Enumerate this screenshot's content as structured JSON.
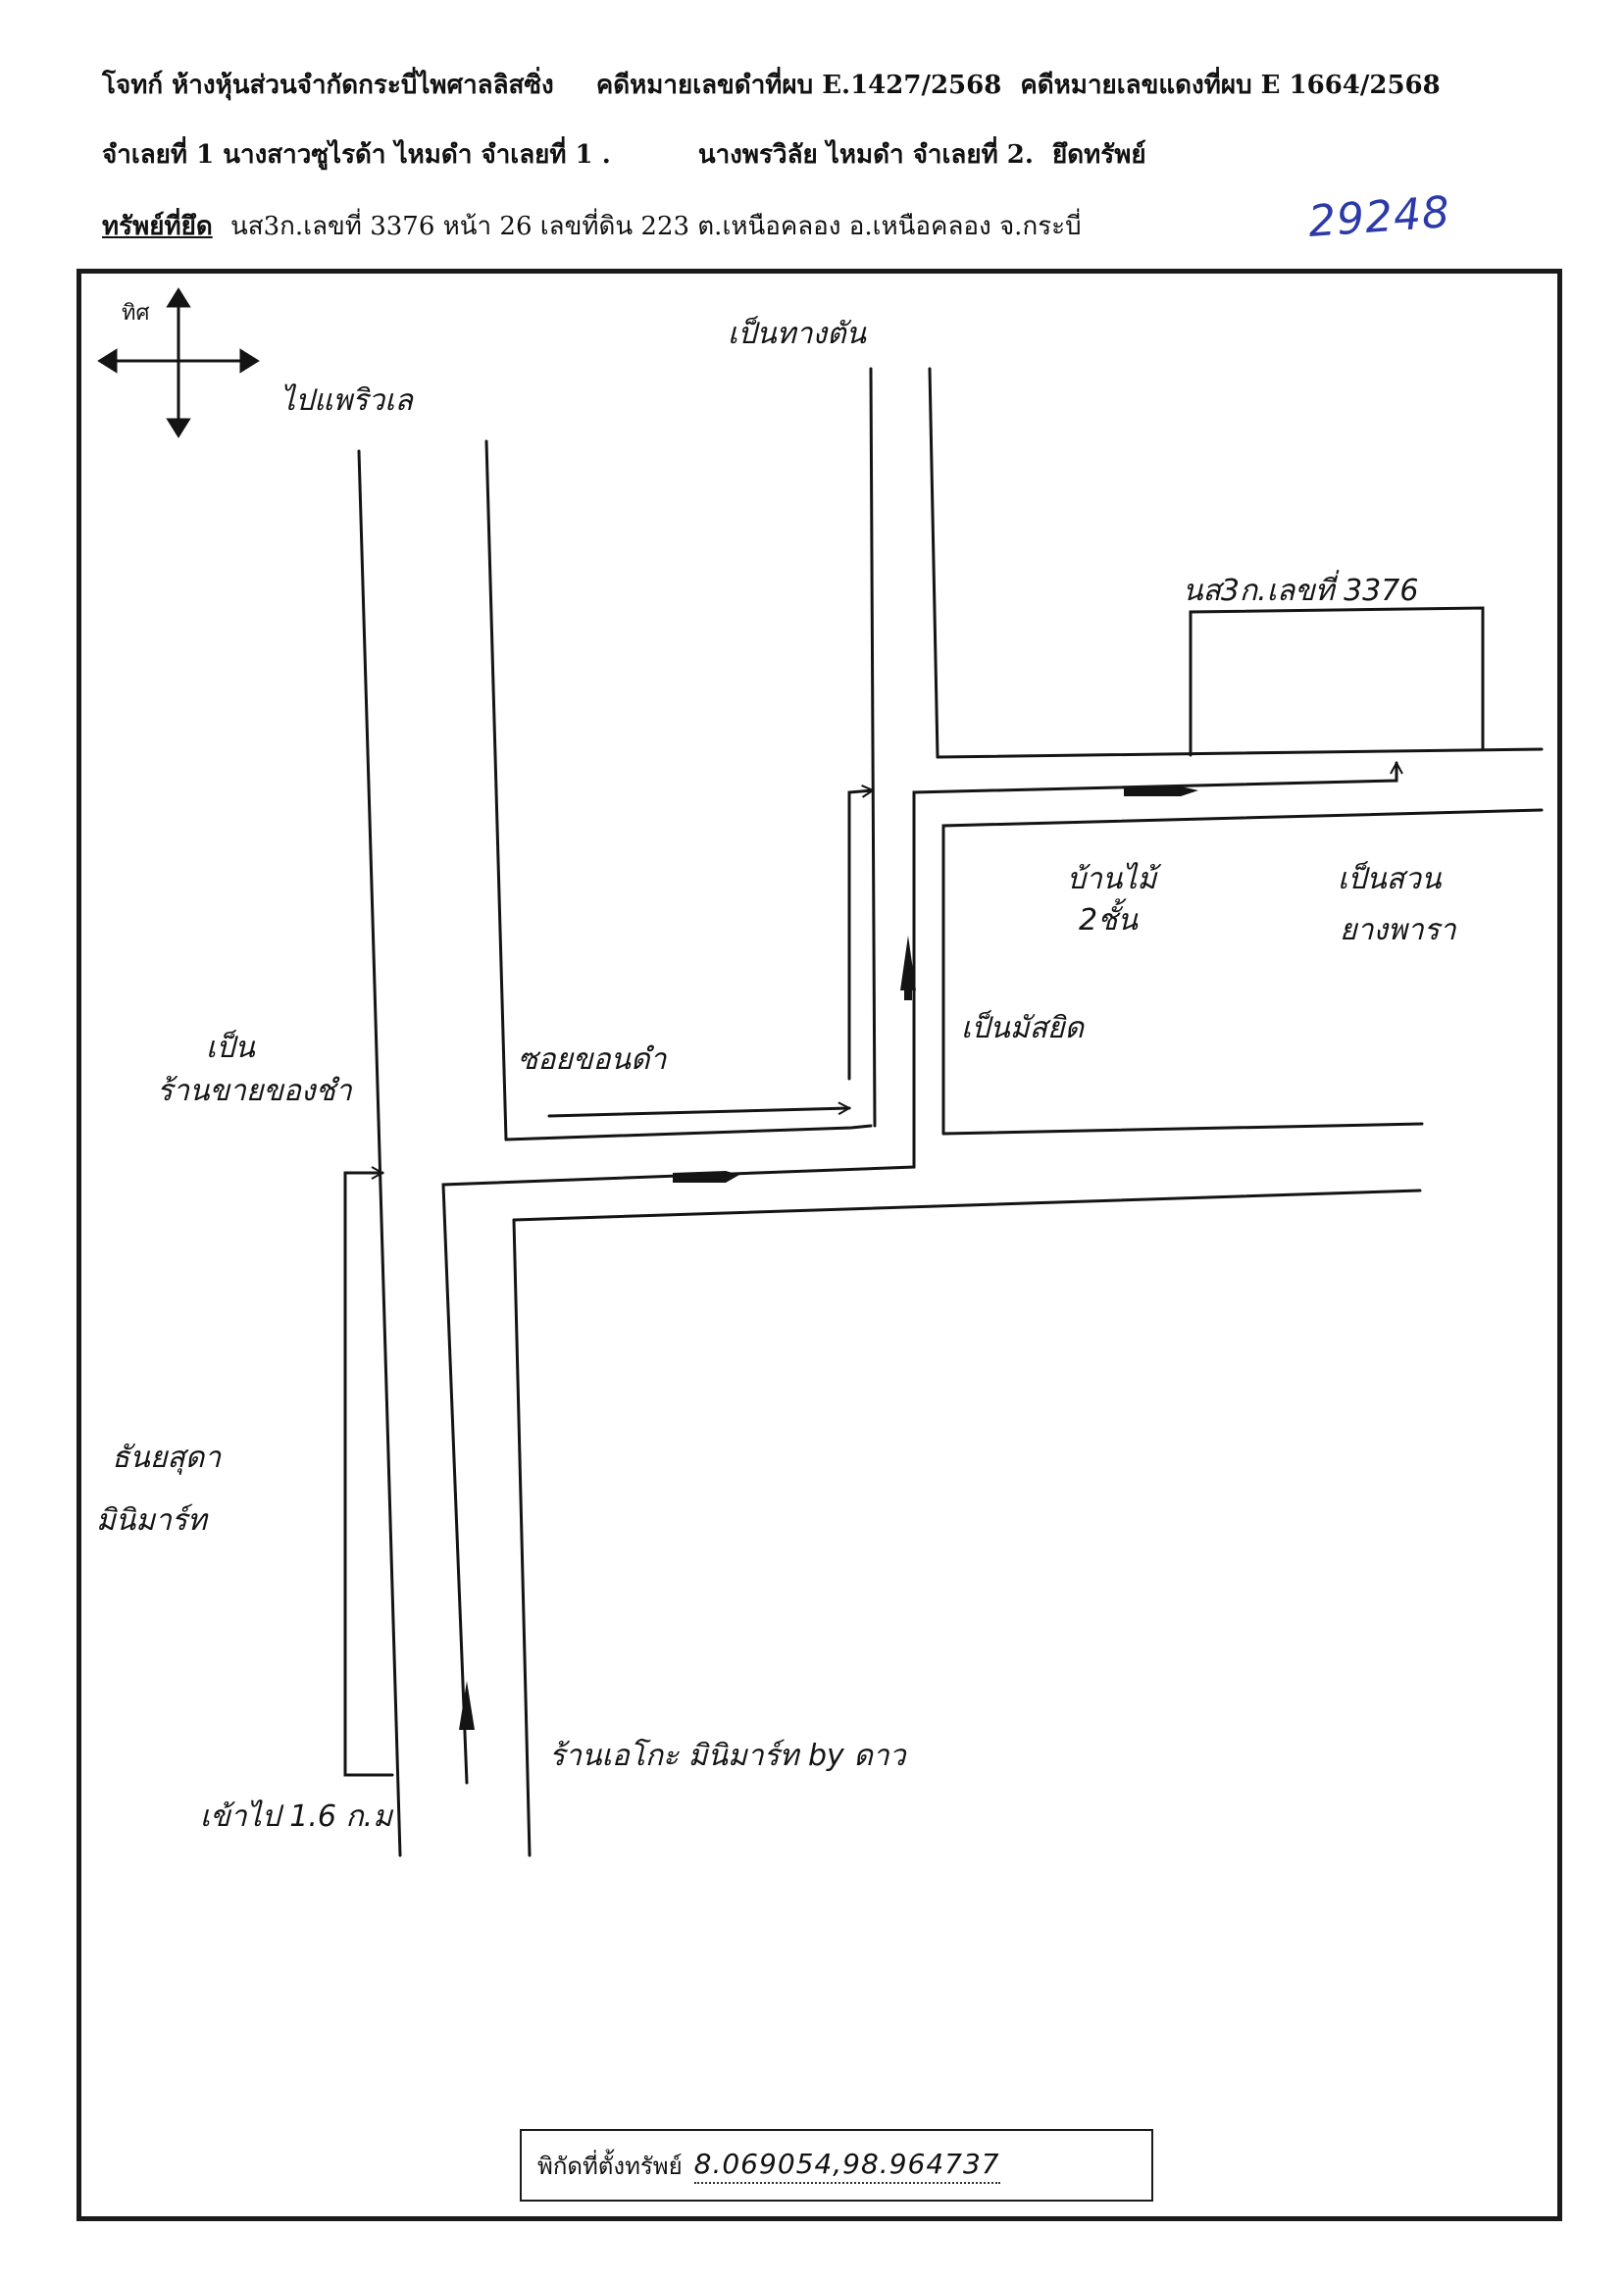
{
  "header": {
    "line1": {
      "plaintiff": "โจทก์  ห้างหุ้นส่วนจำกัดกระบี่ไพศาลลิสซิ่ง",
      "black_case": "คดีหมายเลขดำที่ผบ E.1427/2568",
      "red_case": "คดีหมายเลขแดงที่ผบ E 1664/2568"
    },
    "line2": {
      "defendant1": "จำเลยที่  1  นางสาวซูไรด้า   ไหมดำ จำเลยที่ 1  .",
      "defendant2": "นางพรวิลัย  ไหมดำ  จำเลยที่ 2.",
      "action": "ยึดทรัพย์"
    },
    "line3": {
      "label": "ทรัพย์ที่ยึด",
      "detail": "นส3ก.เลขที่ 3376  หน้า 26   เลขที่ดิน 223   ต.เหนือคลอง อ.เหนือคลอง  จ.กระบี่"
    },
    "stamp_number": "29248"
  },
  "map": {
    "compass_label": "ทิศ",
    "to_phae_riwle": "ไปแพริวเล",
    "dead_end": "เป็นทางตัน",
    "parcel_label": "นส3ก.เลขที่ 3376",
    "wooden_house_line1": "บ้านไม้",
    "wooden_house_line2": "2ชั้น",
    "rubber_line1": "เป็นสวน",
    "rubber_line2": "ยางพารา",
    "mosque": "เป็นมัสยิด",
    "soi_name": "ซอยขอนดำ",
    "rice_shop_line1": "เป็น",
    "rice_shop_line2": "ร้านขายของชำ",
    "thanyasuda_line1": "ธันยสุดา",
    "thanyasuda_line2": "มินิมาร์ท",
    "enter_distance": "เข้าไป 1.6 ก.ม",
    "shop_name": "ร้านเอโกะ มินิมาร์ท by ดาว"
  },
  "coordinates": {
    "label": "พิกัดที่ตั้งทรัพย์",
    "value": "8.069054,98.964737"
  }
}
